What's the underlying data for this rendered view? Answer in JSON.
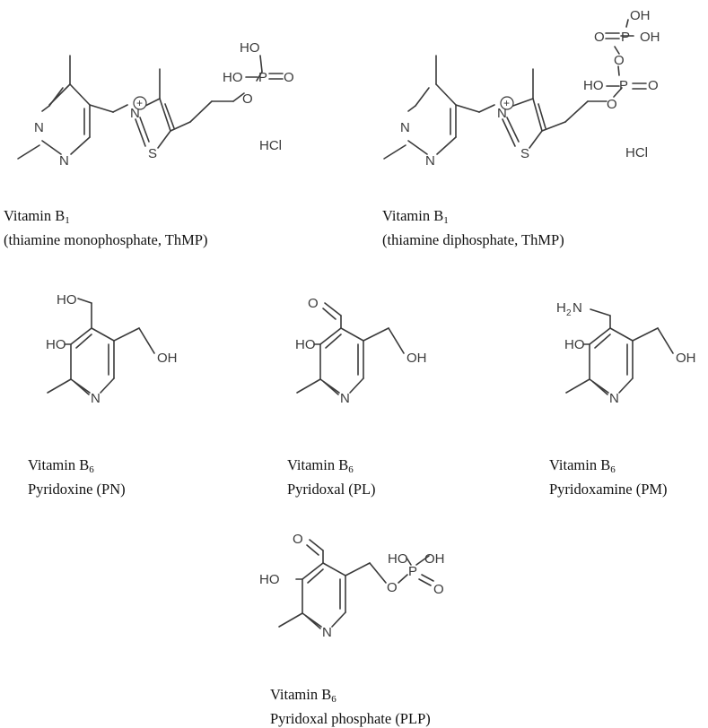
{
  "atoms": {
    "N": "N",
    "S": "S",
    "HO": "HO",
    "OH": "OH",
    "O": "O",
    "P": "P",
    "H2N_H": "H",
    "H2N_2": "2",
    "H2N_N": "N",
    "plus": "+"
  },
  "hcl": "HCl",
  "captions": {
    "thmp": {
      "title": "Vitamin B",
      "sub": "1",
      "name": "(thiamine monophosphate, ThMP)"
    },
    "thdp": {
      "title": "Vitamin B",
      "sub": "1",
      "name": "(thiamine diphosphate, ThMP)"
    },
    "pn": {
      "title": "Vitamin B",
      "sub": "6",
      "name": "Pyridoxine (PN)"
    },
    "pl": {
      "title": "Vitamin B",
      "sub": "6",
      "name": "Pyridoxal (PL)"
    },
    "pm": {
      "title": "Vitamin B",
      "sub": "6",
      "name": "Pyridoxamine (PM)"
    },
    "plp": {
      "title": "Vitamin B",
      "sub": "6",
      "name": "Pyridoxal phosphate (PLP)"
    }
  }
}
